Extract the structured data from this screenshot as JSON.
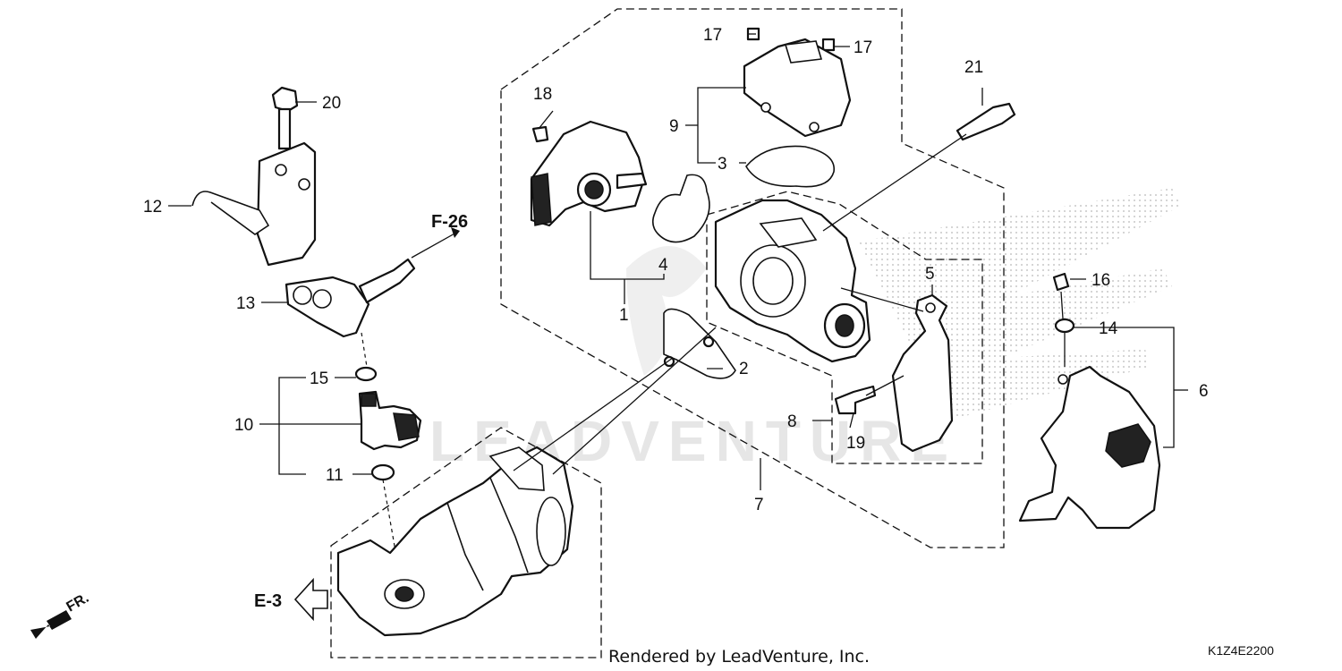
{
  "diagram": {
    "callouts": [
      "1",
      "2",
      "3",
      "4",
      "5",
      "6",
      "7",
      "8",
      "9",
      "10",
      "11",
      "12",
      "13",
      "14",
      "15",
      "16",
      "17",
      "17",
      "18",
      "19",
      "20",
      "21"
    ],
    "references": [
      "F-26",
      "E-3",
      "FR."
    ],
    "watermark": "LEADVENTURE",
    "footer": "Rendered by LeadVenture, Inc.",
    "diagram_code": "K1Z4E2200"
  }
}
